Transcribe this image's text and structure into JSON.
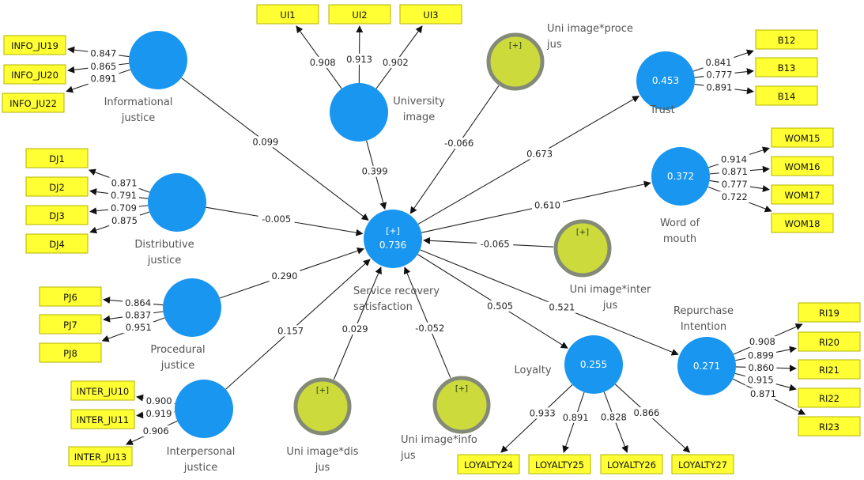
{
  "colors": {
    "latent": "#1996f0",
    "moderator_fill": "#ccdb3b",
    "moderator_border": "#838a78",
    "indicator_fill": "#ffff33",
    "edge": "#222222"
  },
  "constructs": [
    {
      "id": "SRS",
      "label": [
        "Service recovery",
        "satisfaction"
      ],
      "kind": "latent",
      "r2": "0.736",
      "expand": "[+]"
    },
    {
      "id": "INFO",
      "label": [
        "Informational",
        "justice"
      ],
      "kind": "latent"
    },
    {
      "id": "DJ",
      "label": [
        "Distributive",
        "justice"
      ],
      "kind": "latent"
    },
    {
      "id": "PJ",
      "label": [
        "Procedural",
        "justice"
      ],
      "kind": "latent"
    },
    {
      "id": "INTER",
      "label": [
        "Interpersonal",
        "justice"
      ],
      "kind": "latent"
    },
    {
      "id": "UI",
      "label": [
        "University",
        "image"
      ],
      "kind": "latent"
    },
    {
      "id": "TRUST",
      "label": [
        "Trust"
      ],
      "kind": "latent",
      "r2": "0.453"
    },
    {
      "id": "WOM",
      "label": [
        "Word of",
        "mouth"
      ],
      "kind": "latent",
      "r2": "0.372"
    },
    {
      "id": "RI",
      "label": [
        "Repurchase",
        "Intention"
      ],
      "kind": "latent",
      "r2": "0.271"
    },
    {
      "id": "LOY",
      "label": [
        "Loyalty"
      ],
      "kind": "latent",
      "r2": "0.255"
    },
    {
      "id": "MOD_PROC",
      "label": [
        "Uni image*proce",
        "jus"
      ],
      "kind": "moderator",
      "expand": "[+]"
    },
    {
      "id": "MOD_INTER",
      "label": [
        "Uni image*inter",
        "jus"
      ],
      "kind": "moderator",
      "expand": "[+]"
    },
    {
      "id": "MOD_DIS",
      "label": [
        "Uni image*dis",
        "jus"
      ],
      "kind": "moderator",
      "expand": "[+]"
    },
    {
      "id": "MOD_INFO",
      "label": [
        "Uni image*info",
        "jus"
      ],
      "kind": "moderator",
      "expand": "[+]"
    }
  ],
  "indicators": [
    {
      "id": "INFO_JU19",
      "construct": "INFO",
      "loading": "0.847"
    },
    {
      "id": "INFO_JU20",
      "construct": "INFO",
      "loading": "0.865"
    },
    {
      "id": "INFO_JU22",
      "construct": "INFO",
      "loading": "0.891"
    },
    {
      "id": "DJ1",
      "construct": "DJ",
      "loading": "0.871"
    },
    {
      "id": "DJ2",
      "construct": "DJ",
      "loading": "0.791"
    },
    {
      "id": "DJ3",
      "construct": "DJ",
      "loading": "0.709"
    },
    {
      "id": "DJ4",
      "construct": "DJ",
      "loading": "0.875"
    },
    {
      "id": "PJ6",
      "construct": "PJ",
      "loading": "0.864"
    },
    {
      "id": "PJ7",
      "construct": "PJ",
      "loading": "0.837"
    },
    {
      "id": "PJ8",
      "construct": "PJ",
      "loading": "0.951"
    },
    {
      "id": "INTER_JU10",
      "construct": "INTER",
      "loading": "0.900"
    },
    {
      "id": "INTER_JU11",
      "construct": "INTER",
      "loading": "0.919"
    },
    {
      "id": "INTER_JU13",
      "construct": "INTER",
      "loading": "0.906"
    },
    {
      "id": "UI1",
      "construct": "UI",
      "loading": "0.908"
    },
    {
      "id": "UI2",
      "construct": "UI",
      "loading": "0.913"
    },
    {
      "id": "UI3",
      "construct": "UI",
      "loading": "0.902"
    },
    {
      "id": "B12",
      "construct": "TRUST",
      "loading": "0.841"
    },
    {
      "id": "B13",
      "construct": "TRUST",
      "loading": "0.777"
    },
    {
      "id": "B14",
      "construct": "TRUST",
      "loading": "0.891"
    },
    {
      "id": "WOM15",
      "construct": "WOM",
      "loading": "0.914"
    },
    {
      "id": "WOM16",
      "construct": "WOM",
      "loading": "0.871"
    },
    {
      "id": "WOM17",
      "construct": "WOM",
      "loading": "0.777"
    },
    {
      "id": "WOM18",
      "construct": "WOM",
      "loading": "0.722"
    },
    {
      "id": "RI19",
      "construct": "RI",
      "loading": "0.908"
    },
    {
      "id": "RI20",
      "construct": "RI",
      "loading": "0.899"
    },
    {
      "id": "RI21",
      "construct": "RI",
      "loading": "0.860"
    },
    {
      "id": "RI22",
      "construct": "RI",
      "loading": "0.915"
    },
    {
      "id": "RI23",
      "construct": "RI",
      "loading": "0.871"
    },
    {
      "id": "LOYALTY24",
      "construct": "LOY",
      "loading": "0.933"
    },
    {
      "id": "LOYALTY25",
      "construct": "LOY",
      "loading": "0.891"
    },
    {
      "id": "LOYALTY26",
      "construct": "LOY",
      "loading": "0.828"
    },
    {
      "id": "LOYALTY27",
      "construct": "LOY",
      "loading": "0.866"
    }
  ],
  "paths": [
    {
      "from": "INFO",
      "to": "SRS",
      "coef": "0.099"
    },
    {
      "from": "DJ",
      "to": "SRS",
      "coef": "-0.005"
    },
    {
      "from": "PJ",
      "to": "SRS",
      "coef": "0.290"
    },
    {
      "from": "INTER",
      "to": "SRS",
      "coef": "0.157"
    },
    {
      "from": "UI",
      "to": "SRS",
      "coef": "0.399"
    },
    {
      "from": "MOD_PROC",
      "to": "SRS",
      "coef": "-0.066"
    },
    {
      "from": "MOD_INTER",
      "to": "SRS",
      "coef": "-0.065"
    },
    {
      "from": "MOD_DIS",
      "to": "SRS",
      "coef": "0.029"
    },
    {
      "from": "MOD_INFO",
      "to": "SRS",
      "coef": "-0.052"
    },
    {
      "from": "SRS",
      "to": "TRUST",
      "coef": "0.673"
    },
    {
      "from": "SRS",
      "to": "WOM",
      "coef": "0.610"
    },
    {
      "from": "SRS",
      "to": "LOY",
      "coef": "0.505"
    },
    {
      "from": "SRS",
      "to": "RI",
      "coef": "0.521"
    }
  ]
}
